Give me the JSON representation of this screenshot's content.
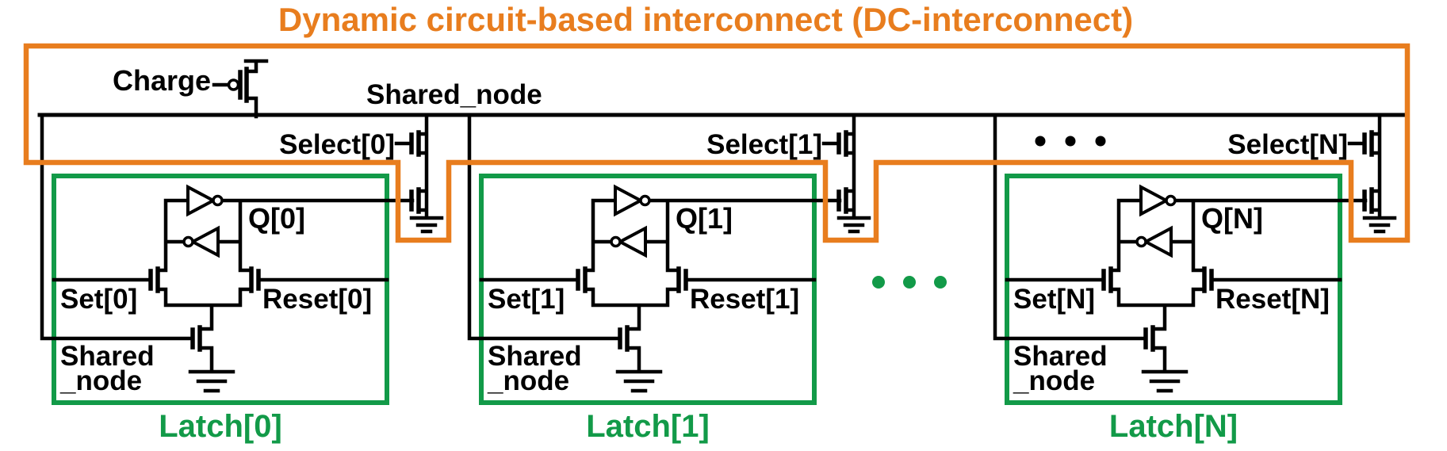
{
  "title": "Dynamic circuit-based interconnect (DC-interconnect)",
  "colors": {
    "interconnect_orange": "#E87D1E",
    "latch_green": "#129A48",
    "wire_black": "#000000",
    "background": "#FFFFFF"
  },
  "top_circuit": {
    "charge_label": "Charge",
    "shared_node_label": "Shared_node"
  },
  "icons": {
    "charge_transistor": "pmos-transistor",
    "select_stack": "two-stacked-nmos-with-ground",
    "latch_core": "cross-coupled-inverters-with-set-reset-nmos",
    "ground": "ground-symbol",
    "top_ellipsis": "three-dots",
    "latch_ellipsis": "three-dots"
  },
  "latches": [
    {
      "select_label": "Select[0]",
      "q_label": "Q[0]",
      "set_label": "Set[0]",
      "reset_label": "Reset[0]",
      "shared_line1": "Shared",
      "shared_line2": "_node",
      "caption": "Latch[0]"
    },
    {
      "select_label": "Select[1]",
      "q_label": "Q[1]",
      "set_label": "Set[1]",
      "reset_label": "Reset[1]",
      "shared_line1": "Shared",
      "shared_line2": "_node",
      "caption": "Latch[1]"
    },
    {
      "select_label": "Select[N]",
      "q_label": "Q[N]",
      "set_label": "Set[N]",
      "reset_label": "Reset[N]",
      "shared_line1": "Shared",
      "shared_line2": "_node",
      "caption": "Latch[N]"
    }
  ]
}
